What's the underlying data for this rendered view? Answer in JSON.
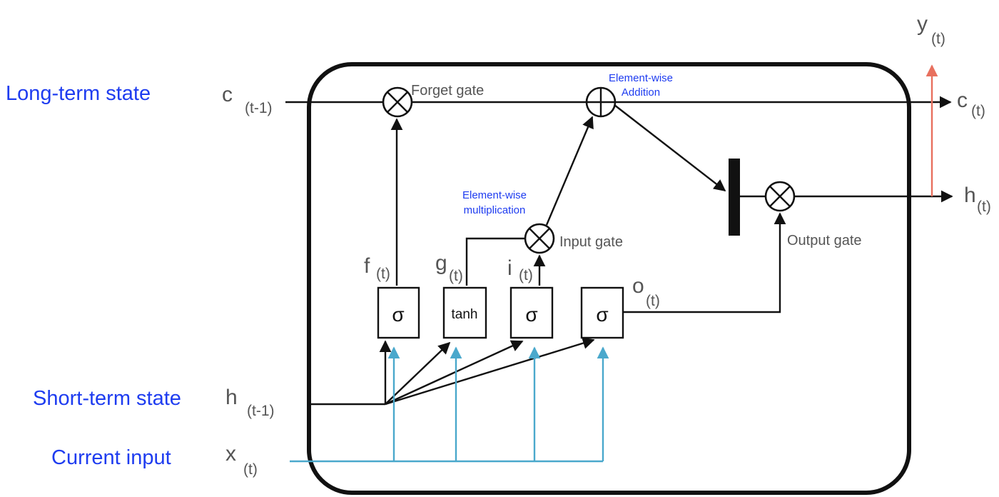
{
  "labels": {
    "long_term_state": "Long-term state",
    "short_term_state": "Short-term state",
    "current_input": "Current input"
  },
  "variables": {
    "c_prev": {
      "main": "c",
      "sub": "(t-1)"
    },
    "h_prev": {
      "main": "h",
      "sub": "(t-1)"
    },
    "x_t": {
      "main": "x",
      "sub": "(t)"
    },
    "f_t": {
      "main": "f",
      "sub": "(t)"
    },
    "g_t": {
      "main": "g",
      "sub": "(t)"
    },
    "i_t": {
      "main": "i",
      "sub": "(t)"
    },
    "o_t": {
      "main": "o",
      "sub": "(t)"
    },
    "y_t": {
      "main": "y",
      "sub": "(t)"
    },
    "c_t": {
      "main": "c",
      "sub": "(t)"
    },
    "h_t": {
      "main": "h",
      "sub": "(t)"
    }
  },
  "gates": {
    "forget": "Forget gate",
    "input": "Input gate",
    "output": "Output gate"
  },
  "notes": {
    "addition_line1": "Element-wise",
    "addition_line2": "Addition",
    "mult_line1": "Element-wise",
    "mult_line2": "multiplication"
  },
  "boxes": {
    "sigma_f": "σ",
    "tanh_g": "tanh",
    "sigma_i": "σ",
    "sigma_o": "σ"
  },
  "colors": {
    "label_blue": "#1e3cf0",
    "input_cyan": "#4aa8cc",
    "output_red": "#e8705e",
    "line_black": "#111111",
    "text_gray": "#555555"
  }
}
